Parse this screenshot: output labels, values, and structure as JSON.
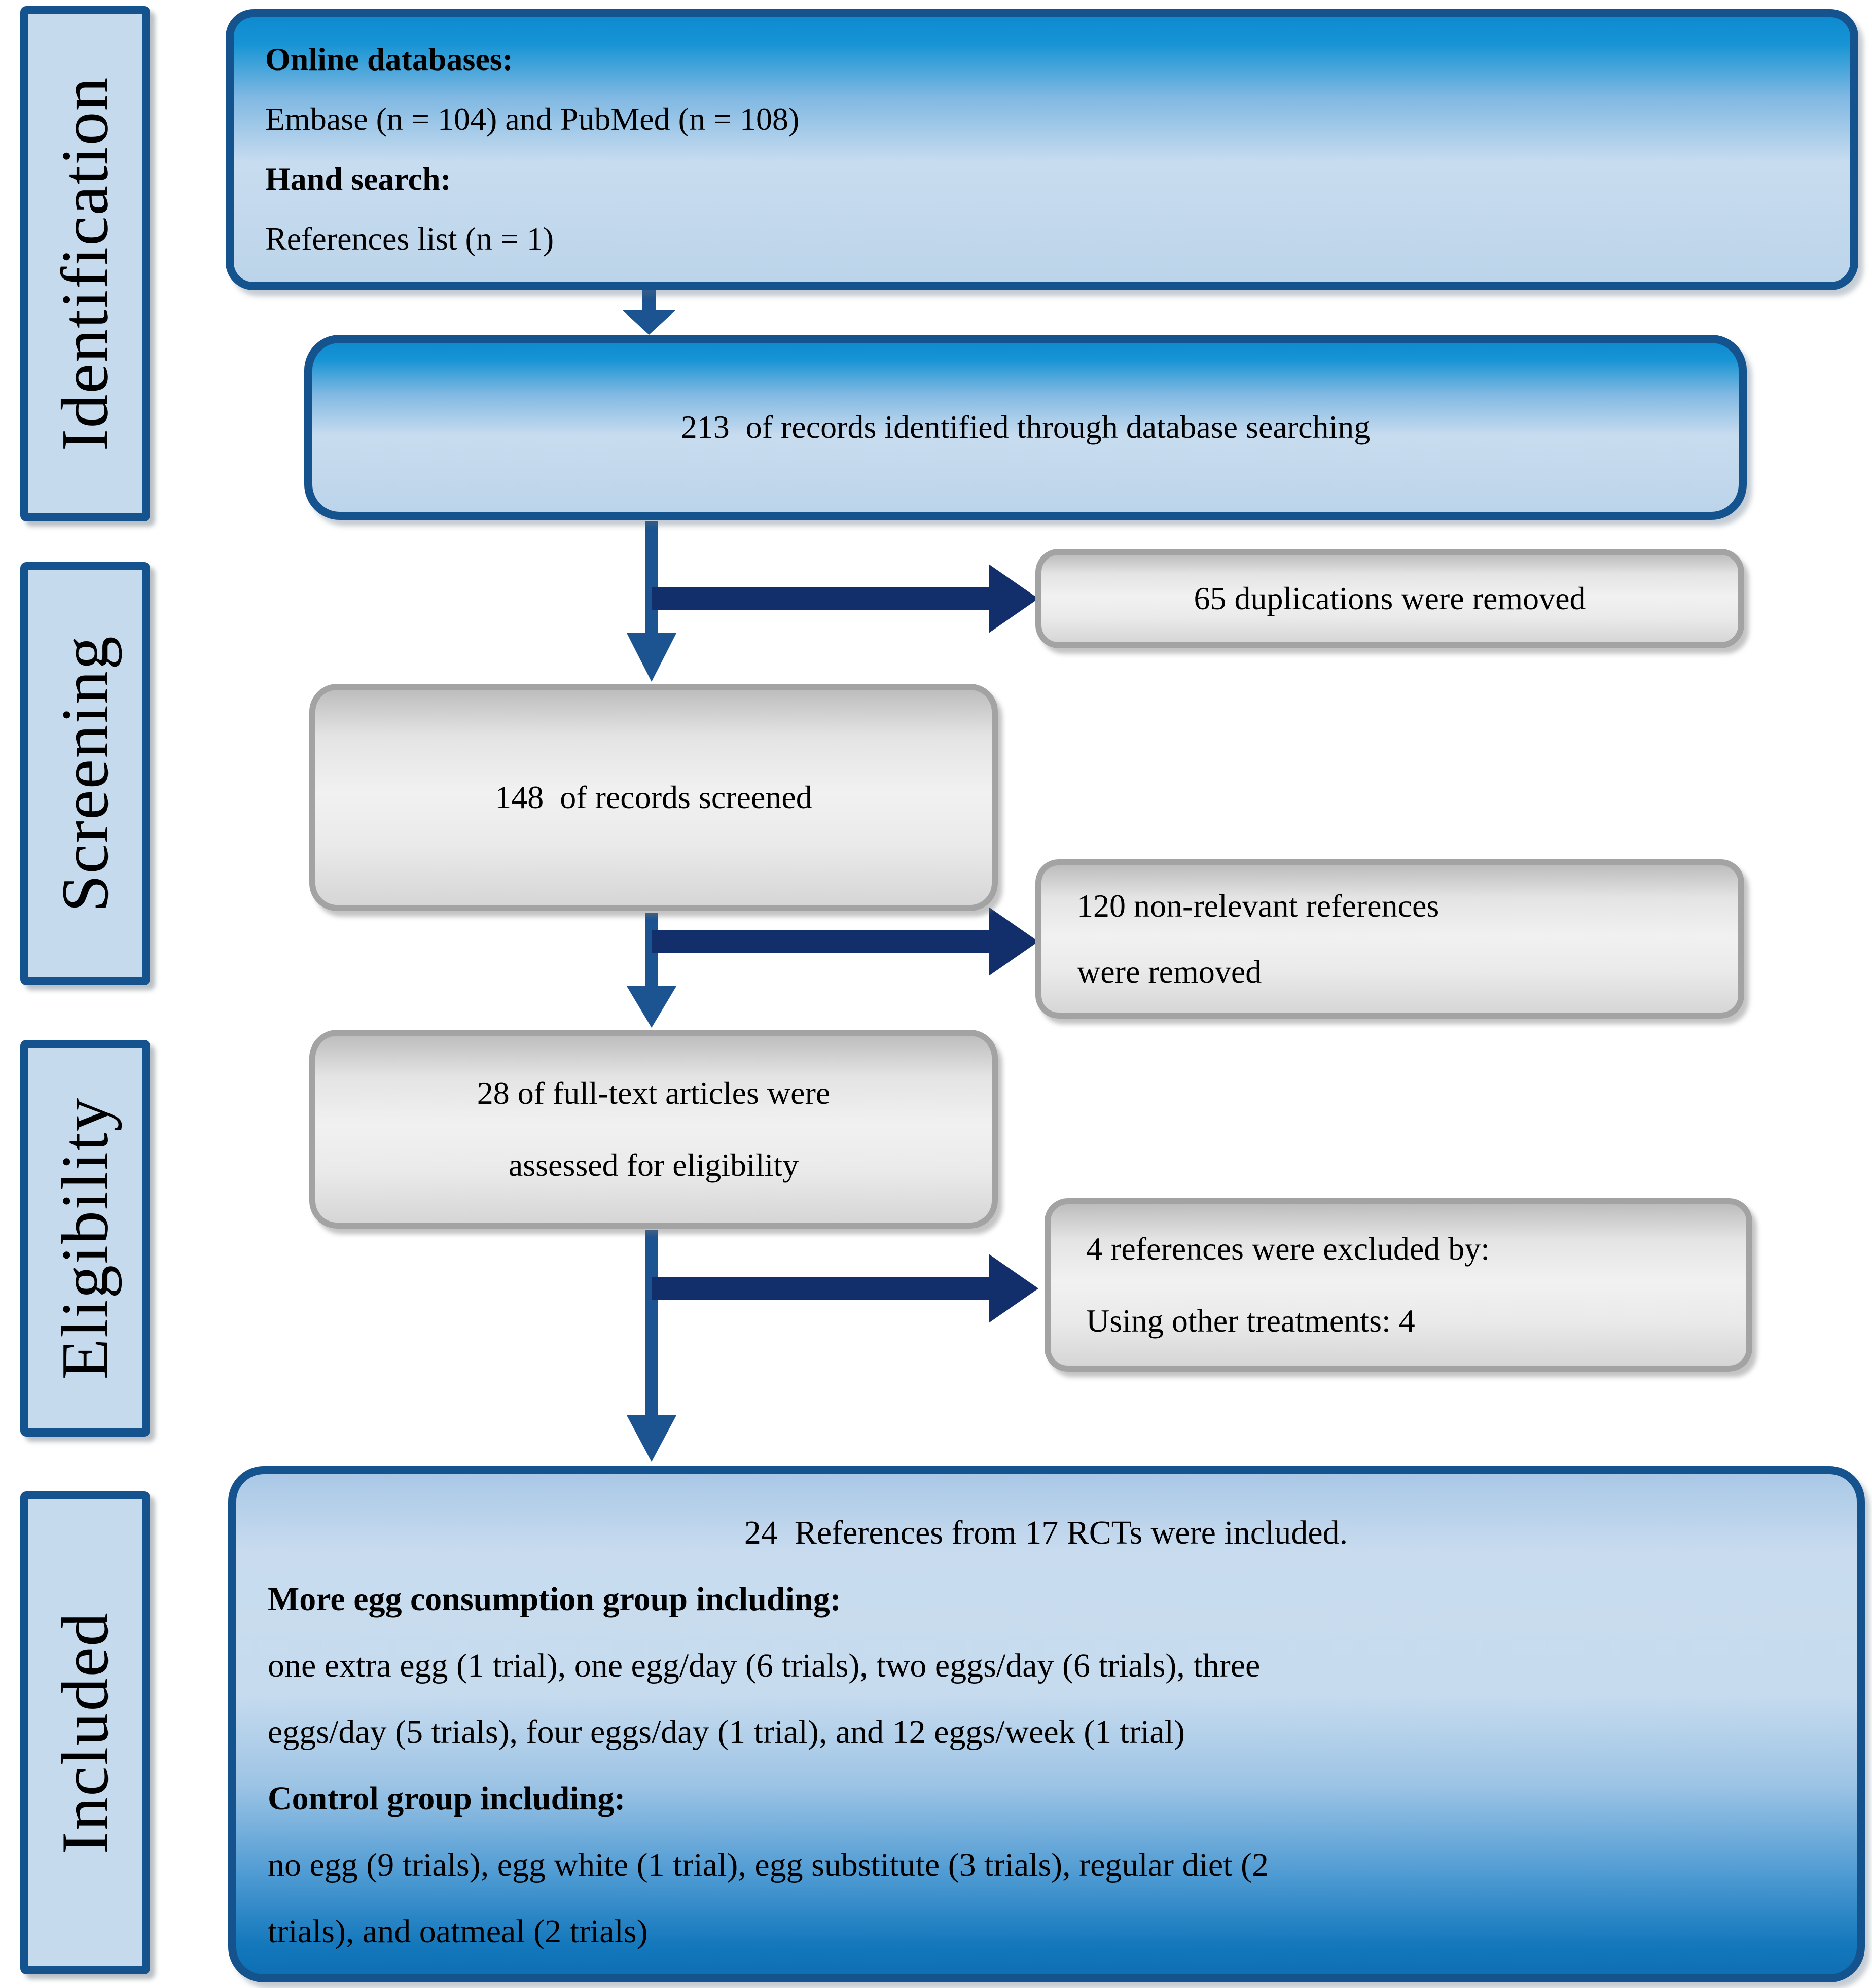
{
  "stages": [
    {
      "label": "Identification"
    },
    {
      "label": "Screening"
    },
    {
      "label": "Eligibility"
    },
    {
      "label": "Included"
    }
  ],
  "flow": {
    "sources": {
      "online_databases_label": "Online databases:",
      "online_databases_value": "Embase (n = 104) and PubMed (n = 108)",
      "hand_search_label": "Hand search:",
      "hand_search_value": "References list (n = 1)"
    },
    "records_identified": "213  of records identified through database searching",
    "duplications_removed": "65 duplications were removed",
    "records_screened": "148  of records screened",
    "nonrelevant_removed_lines": [
      "120 non-relevant references",
      "were removed"
    ],
    "fulltext_assessed_lines": [
      "28 of full-text articles were",
      "assessed for eligibility"
    ],
    "excluded_lines": [
      "4 references were excluded by:",
      "Using other treatments: 4"
    ],
    "included": {
      "summary": "24  References from 17 RCTs were included.",
      "more_group_label": "More egg consumption group including:",
      "more_group_lines": [
        "one extra egg (1 trial), one egg/day (6 trials), two eggs/day (6 trials), three",
        "eggs/day (5 trials), four eggs/day (1 trial), and 12 eggs/week (1 trial)"
      ],
      "control_group_label": "Control group including:",
      "control_group_lines": [
        "no egg (9 trials), egg white (1 trial), egg substitute (3 trials), regular diet (2",
        "trials), and oatmeal (2 trials)"
      ]
    }
  },
  "colors": {
    "border-blue": "#15538F",
    "stage-fill": "#C6DAEE",
    "arrow-navy": "#132F6B",
    "arrow-steel": "#1C5391",
    "blue-top": "#0E8AD0",
    "blue-light": "#C8DCEF",
    "blue-deep": "#0F6FB4",
    "gray-border": "#A3A3A3",
    "gray-dark": "#BDBDBD",
    "gray-light": "#F1F1F1",
    "text": "#000000"
  }
}
